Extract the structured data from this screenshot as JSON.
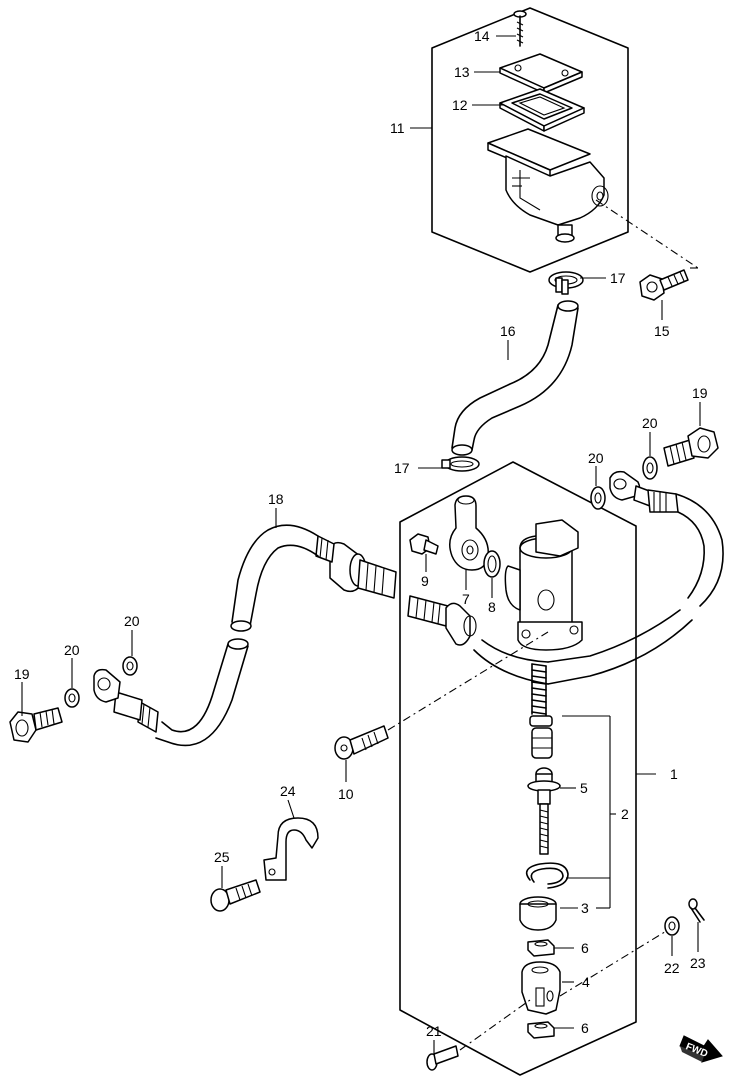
{
  "callouts": {
    "c1": "1",
    "c2": "2",
    "c3": "3",
    "c4": "4",
    "c5": "5",
    "c6a": "6",
    "c6b": "6",
    "c7": "7",
    "c8": "8",
    "c9": "9",
    "c10": "10",
    "c11": "11",
    "c12": "12",
    "c13": "13",
    "c14": "14",
    "c15": "15",
    "c16": "16",
    "c17a": "17",
    "c17b": "17",
    "c18": "18",
    "c19a": "19",
    "c19b": "19",
    "c20a": "20",
    "c20b": "20",
    "c20c": "20",
    "c20d": "20",
    "c21": "21",
    "c22": "22",
    "c23": "23",
    "c24": "24",
    "c25": "25"
  },
  "direction_badge": {
    "label": "FWD",
    "icon": "forward-arrow-icon"
  }
}
